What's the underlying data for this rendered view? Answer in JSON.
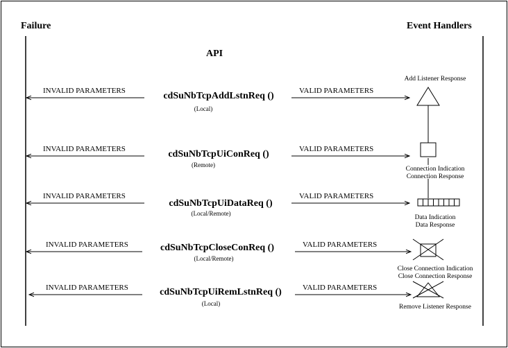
{
  "headers": {
    "failure": "Failure",
    "api": "API",
    "event_handlers": "Event Handlers"
  },
  "rows": [
    {
      "invalid_label": "INVALID PARAMETERS",
      "function": "cdSuNbTcpAddLstnReq ()",
      "scope": "(Local)",
      "valid_label": "VALID PARAMETERS",
      "symbol": "triangle",
      "event_lines": [
        "Add Listener Response"
      ]
    },
    {
      "invalid_label": "INVALID PARAMETERS",
      "function": "cdSuNbTcpUiConReq ()",
      "scope": "(Remote)",
      "valid_label": "VALID PARAMETERS",
      "symbol": "square",
      "event_lines": [
        "Connection Indication",
        "Connection Response"
      ]
    },
    {
      "invalid_label": "INVALID PARAMETERS",
      "function": "cdSuNbTcpUiDataReq ()",
      "scope": "(Local/Remote)",
      "valid_label": "VALID PARAMETERS",
      "symbol": "segmented-bar",
      "event_lines": [
        "Data Indication",
        "Data Response"
      ]
    },
    {
      "invalid_label": "INVALID PARAMETERS",
      "function": "cdSuNbTcpCloseConReq ()",
      "scope": "(Local/Remote)",
      "valid_label": "VALID PARAMETERS",
      "symbol": "crossed-square",
      "event_lines": [
        "Close Connection Indication",
        "Close Connection Response"
      ]
    },
    {
      "invalid_label": "INVALID PARAMETERS",
      "function": "cdSuNbTcpUiRemLstnReq ()",
      "scope": "(Local)",
      "valid_label": "VALID PARAMETERS",
      "symbol": "crossed-triangle",
      "event_lines": [
        "Remove Listener Response"
      ]
    }
  ]
}
